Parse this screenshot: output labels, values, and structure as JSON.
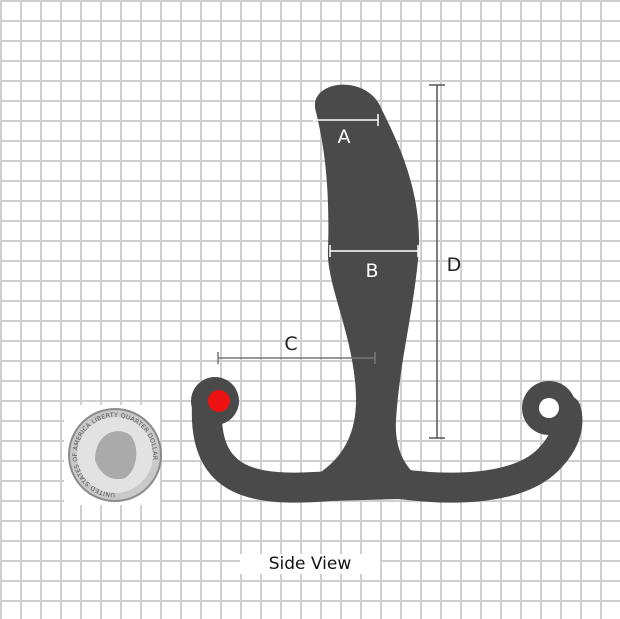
{
  "labels": {
    "a": "A",
    "b": "B",
    "c": "C",
    "d": "D"
  },
  "caption": "Side View",
  "coin": {
    "legend": "UNITED STATES OF AMERICA LIBERTY QUARTER DOLLAR"
  },
  "colors": {
    "body": "#4a4a4a",
    "grid": "#cfcfcf",
    "dot": "#ee1111"
  }
}
